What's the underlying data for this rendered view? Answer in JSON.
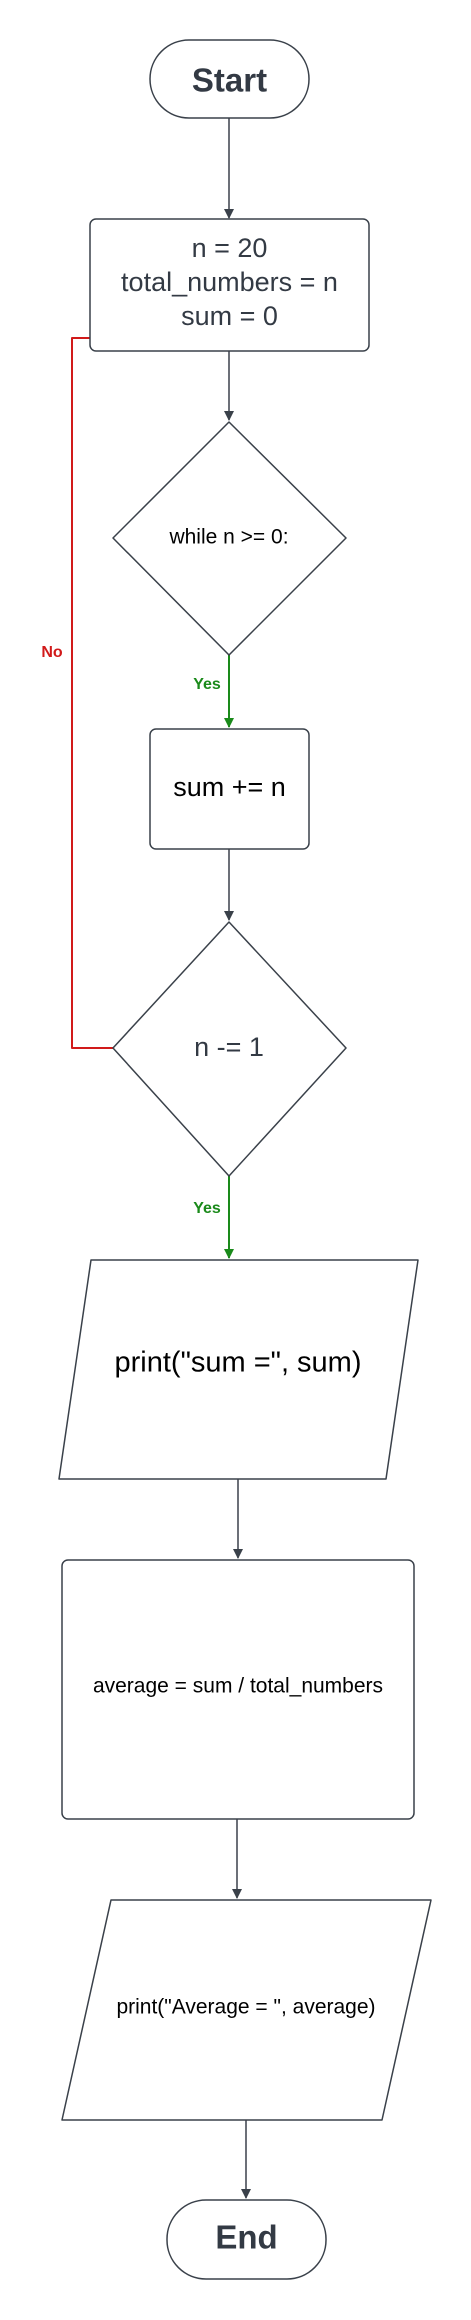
{
  "colors": {
    "stroke": "#3a414a",
    "text": "#333a44",
    "yes": "#1a8a1a",
    "no": "#d11a1a",
    "background": "#ffffff"
  },
  "nodes": {
    "start": "Start",
    "init_line1": "n = 20",
    "init_line2": "total_numbers = n",
    "init_line3": "sum = 0",
    "while_condition": "while n >= 0:",
    "sum_step": "sum += n",
    "decrement": "n -= 1",
    "print_sum": "print(\"sum =\", sum)",
    "average_calc": "average = sum / total_numbers",
    "print_average": "print(\"Average = \", average)",
    "end": "End"
  },
  "edge_labels": {
    "yes_1": "Yes",
    "yes_2": "Yes",
    "no": "No"
  }
}
